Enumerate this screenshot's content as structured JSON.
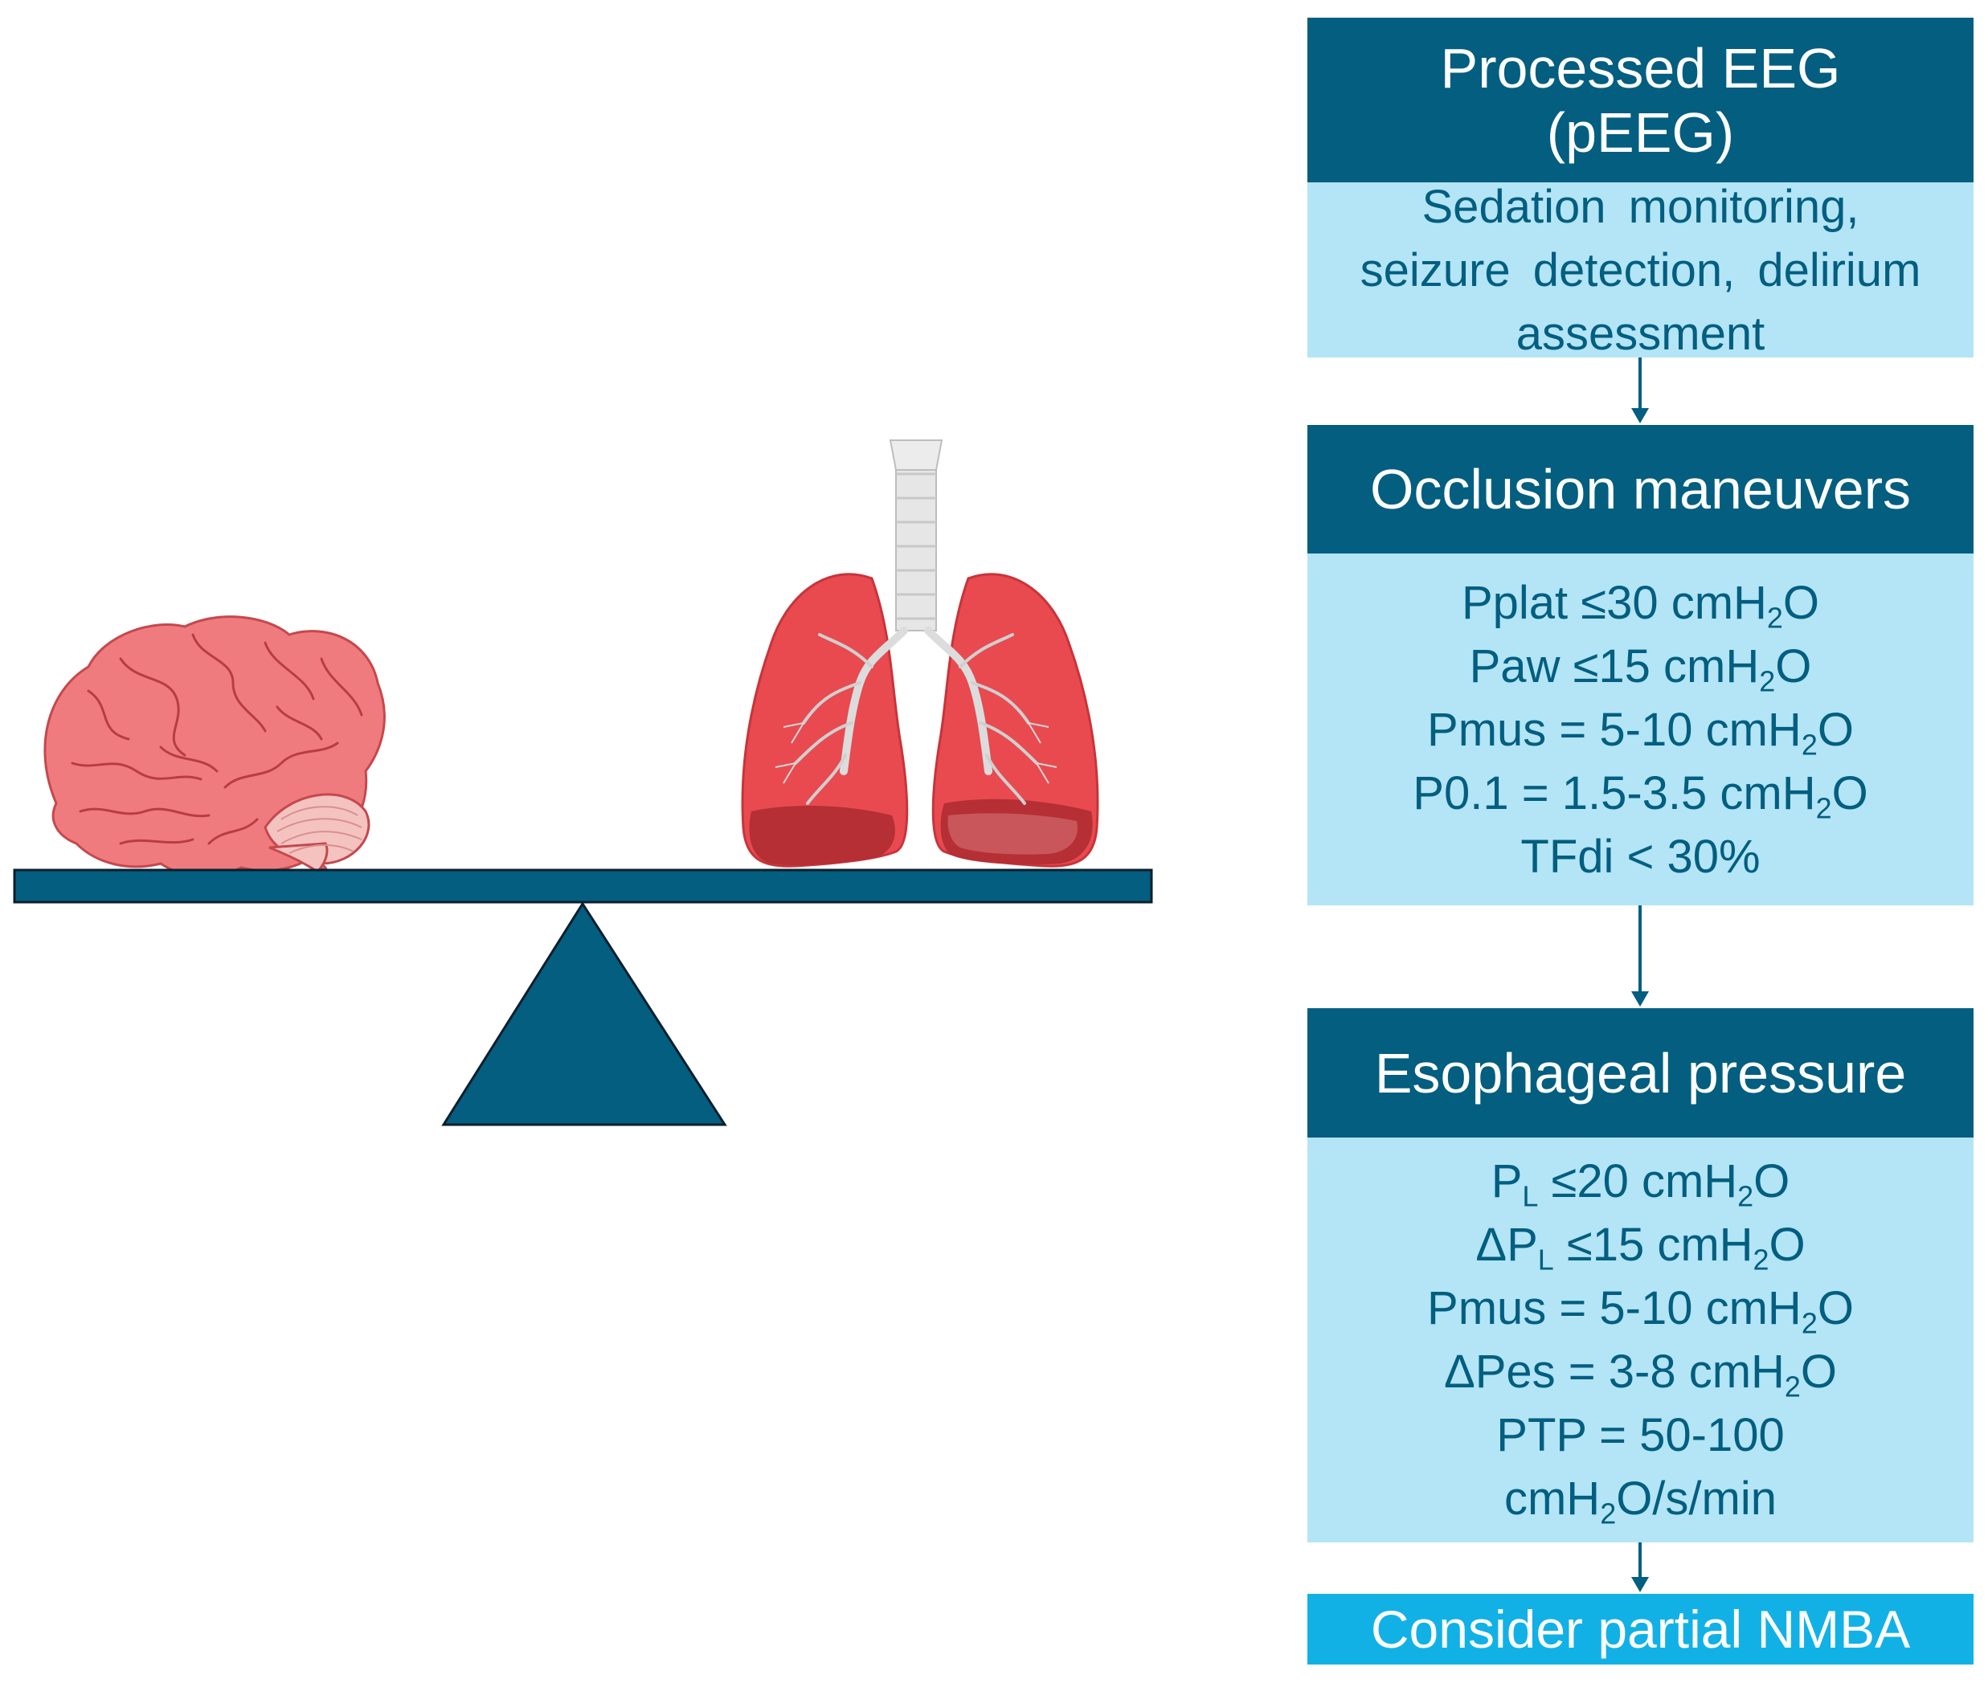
{
  "pEEG": {
    "title_line1": "Processed EEG",
    "title_line2": "(pEEG)",
    "desc_line1": "Sedation monitoring,",
    "desc_line2": "seizure detection, delirium",
    "desc_line3": "assessment"
  },
  "occlusion": {
    "title": "Occlusion maneuvers",
    "items": [
      {
        "main": "Pplat ≤30 cmH",
        "sub": "2",
        "tail": "O"
      },
      {
        "main": "Paw ≤15 cmH",
        "sub": "2",
        "tail": "O"
      },
      {
        "main": "Pmus = 5-10 cmH",
        "sub": "2",
        "tail": "O"
      },
      {
        "main": "P0.1 = 1.5-3.5 cmH",
        "sub": "2",
        "tail": "O"
      },
      {
        "text": "TFdi < 30%"
      }
    ]
  },
  "esophageal": {
    "title": "Esophageal pressure",
    "items": [
      {
        "pre": "P",
        "pre_sub": "L",
        "main": " ≤20 cmH",
        "sub": "2",
        "tail": "O"
      },
      {
        "pre": "ΔP",
        "pre_sub": "L",
        "main": " ≤15 cmH",
        "sub": "2",
        "tail": "O"
      },
      {
        "main": "Pmus = 5-10 cmH",
        "sub": "2",
        "tail": "O"
      },
      {
        "main": "ΔPes = 3-8 cmH",
        "sub": "2",
        "tail": "O"
      },
      {
        "text": "PTP = 50-100"
      },
      {
        "main": "cmH",
        "sub": "2",
        "tail": "O/s/min"
      }
    ]
  },
  "final": {
    "label": "Consider partial NMBA"
  },
  "colors": {
    "header": "#035e80",
    "body": "#b3e5f6",
    "final": "#11b1e6",
    "seesaw": "#035e80",
    "brain": "#f07b7e",
    "lungs": "#e84a50"
  },
  "icons": [
    "brain-icon",
    "lungs-icon",
    "seesaw-icon"
  ]
}
